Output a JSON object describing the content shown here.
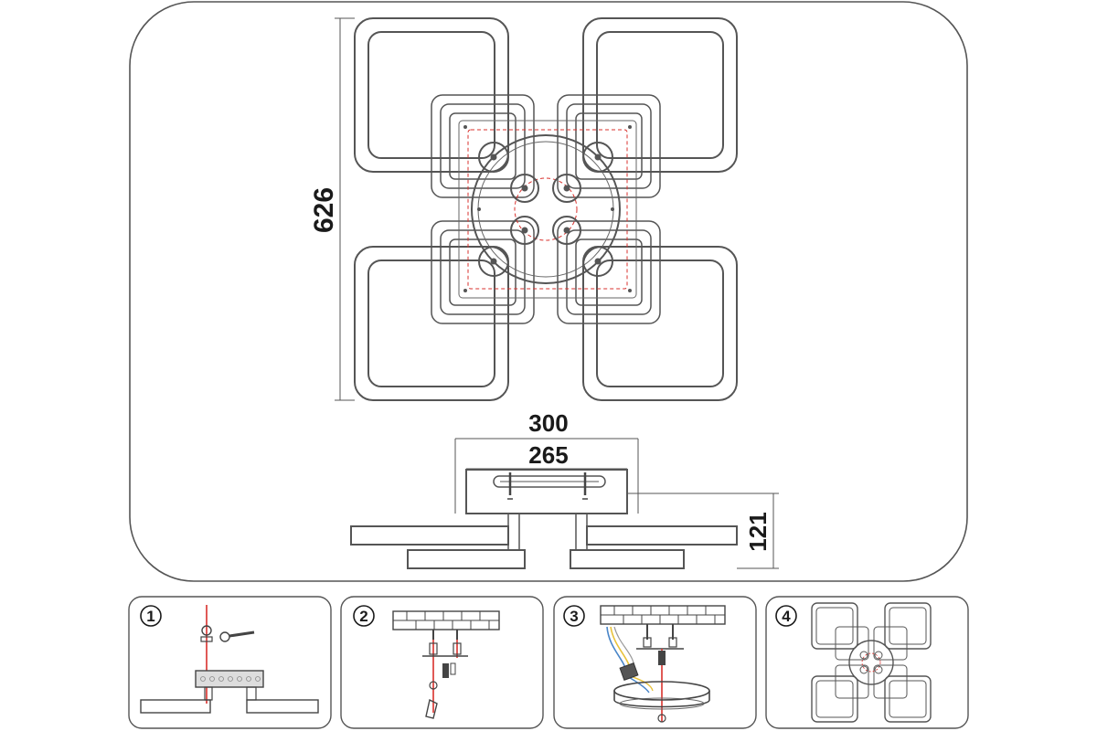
{
  "dimensions": {
    "height": "626",
    "overall_width": "300",
    "base_width": "265",
    "depth": "121"
  },
  "steps": [
    {
      "number": "1"
    },
    {
      "number": "2"
    },
    {
      "number": "3"
    },
    {
      "number": "4"
    }
  ],
  "colors": {
    "line": "#555555",
    "accent": "#d9302c",
    "wire_yellow": "#e8c23a",
    "wire_blue": "#4a86c8"
  }
}
